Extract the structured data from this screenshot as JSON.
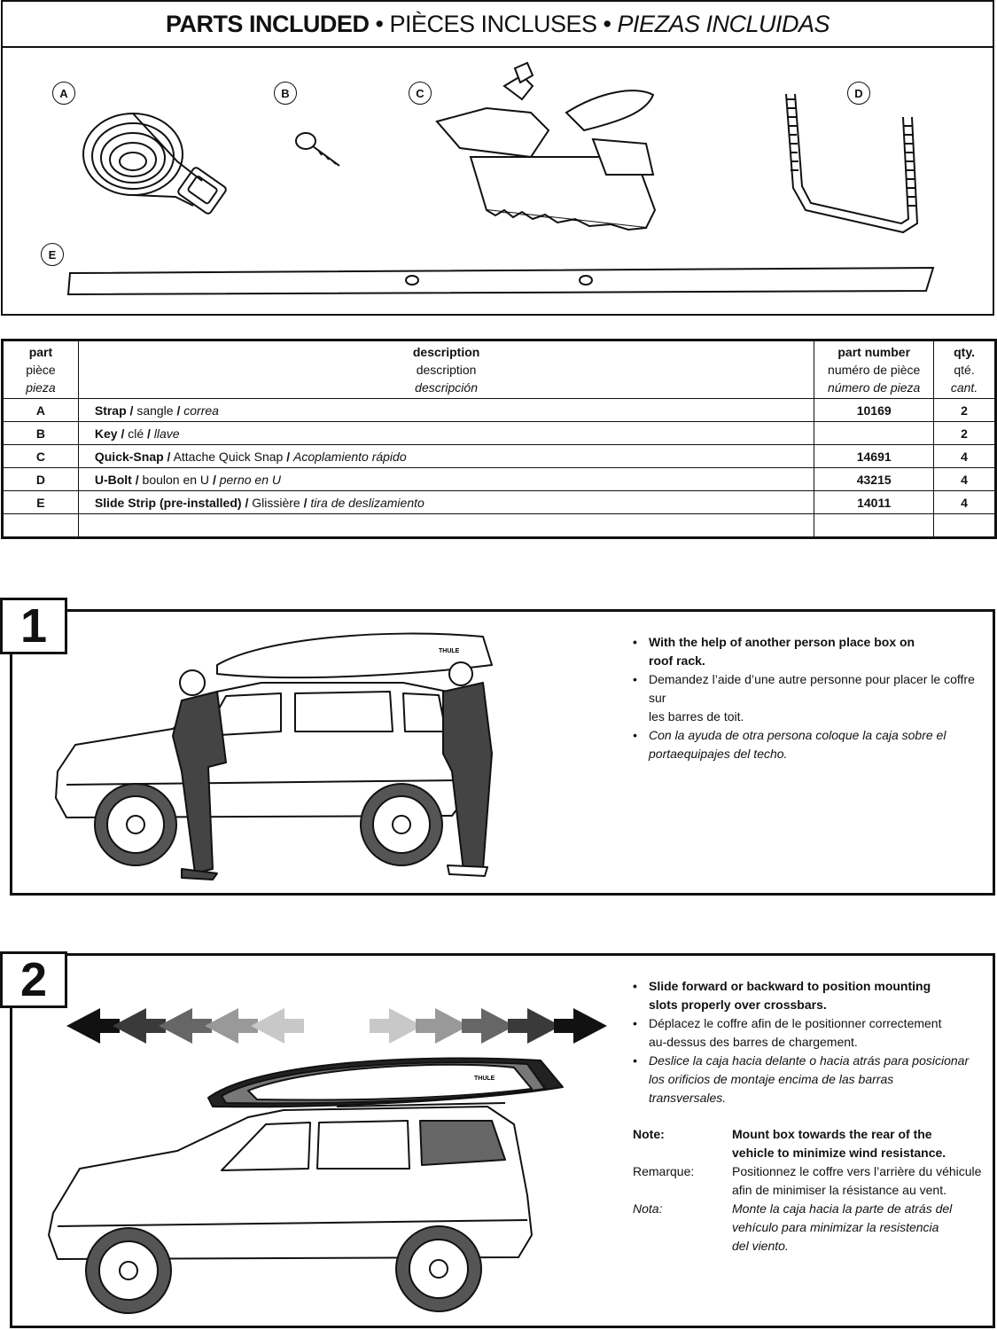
{
  "header": {
    "title_en": "PARTS INCLUDED",
    "title_fr": "PIÈCES INCLUSES",
    "title_es": "PIEZAS INCLUIDAS",
    "separator": "•"
  },
  "part_labels": [
    "A",
    "B",
    "C",
    "D",
    "E"
  ],
  "table": {
    "headers": [
      {
        "en": "part",
        "fr": "pièce",
        "es": "pieza"
      },
      {
        "en": "description",
        "fr": "description",
        "es": "descripción"
      },
      {
        "en": "part number",
        "fr": "numéro de pièce",
        "es": "número de pieza"
      },
      {
        "en": "qty.",
        "fr": "qté.",
        "es": "cant."
      }
    ],
    "slash": "/",
    "rows": [
      {
        "part": "A",
        "en": "Strap",
        "fr": "sangle",
        "es": "correa",
        "number": "10169",
        "qty": "2"
      },
      {
        "part": "B",
        "en": "Key",
        "fr": "clé",
        "es": "llave",
        "number": "",
        "qty": "2"
      },
      {
        "part": "C",
        "en": "Quick-Snap",
        "fr": "Attache Quick Snap",
        "es": "Acoplamiento rápido",
        "number": "14691",
        "qty": "4"
      },
      {
        "part": "D",
        "en": "U-Bolt",
        "fr": "boulon en U",
        "es": "perno en U",
        "number": "43215",
        "qty": "4"
      },
      {
        "part": "E",
        "en": "Slide Strip (pre-installed)",
        "fr": "Glissière",
        "es": "tira de deslizamiento",
        "number": "14011",
        "qty": "4"
      }
    ]
  },
  "step1": {
    "number": "1",
    "bullet": "•",
    "en_line1": "With the help of another person place box on",
    "en_line2": "roof rack.",
    "fr_line1": "Demandez l’aide d’une autre personne pour placer le coffre sur",
    "fr_line2": "les barres de toit.",
    "es_line1": "Con la ayuda de otra persona coloque la caja sobre el",
    "es_line2": "portaequipajes del techo.",
    "box_brand": "THULE"
  },
  "step2": {
    "number": "2",
    "bullet": "•",
    "en_line1": "Slide forward or backward to position mounting",
    "en_line2": "slots properly over crossbars.",
    "fr_line1": "Déplacez le coffre afin de le positionner correctement",
    "fr_line2": "au-dessus des barres de chargement.",
    "es_line1": "Deslice la caja hacia delante o hacia atrás para posicionar",
    "es_line2": "los orificios de montaje encima de las barras",
    "es_line3": "transversales.",
    "note_label_en": "Note:",
    "note_en_1": "Mount box towards the rear of the",
    "note_en_2": "vehicle to minimize wind resistance.",
    "note_label_fr": "Remarque:",
    "note_fr_1": "Positionnez le coffre vers l’arrière du véhicule",
    "note_fr_2": "afin de minimiser la résistance au vent.",
    "note_label_es": "Nota:",
    "note_es_1": "Monte la caja hacia la parte de atrás del",
    "note_es_2": "vehículo para minimizar la resistencia",
    "note_es_3": "del viento.",
    "box_brand": "THULE"
  }
}
